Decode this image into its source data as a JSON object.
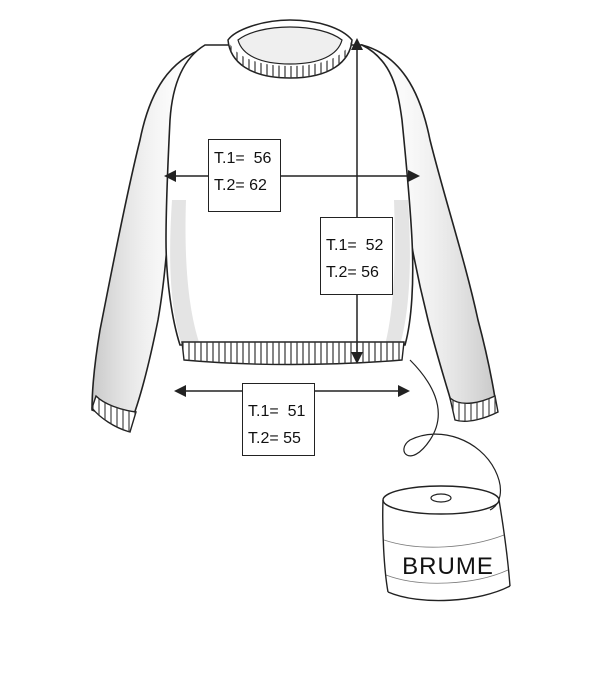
{
  "measurements": {
    "chest": {
      "t1": "T.1=  56",
      "t2": "T.2= 62"
    },
    "length": {
      "t1": "T.1=  52",
      "t2": "T.2= 56"
    },
    "hem": {
      "t1": "T.1=  51",
      "t2": "T.2= 55"
    }
  },
  "yarn": {
    "brand": "BRUME"
  },
  "colors": {
    "ink": "#222222",
    "shade": "#d4d4d4",
    "paper": "#ffffff"
  }
}
